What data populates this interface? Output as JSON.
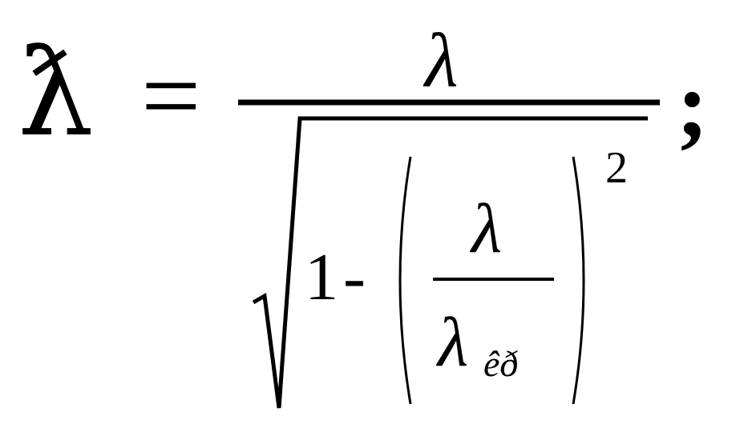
{
  "formula": {
    "lhs": "ƛ",
    "equals": "=",
    "numerator": "λ",
    "one": "1",
    "minus": "-",
    "inner_numerator": "λ",
    "inner_denominator": "λ",
    "subscript": "êð",
    "exponent": "2",
    "terminator": ";"
  }
}
